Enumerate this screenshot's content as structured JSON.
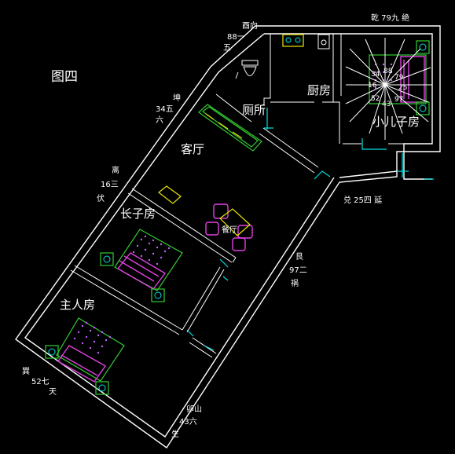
{
  "figure": {
    "title": "图四"
  },
  "rooms": {
    "living": "客厅",
    "toilet": "厕所",
    "kitchen": "厨房",
    "dining": "餐厅",
    "eldest_son": "长子房",
    "master": "主人房",
    "youngest_son": "小儿子房"
  },
  "directions": {
    "top_mid": {
      "line1": "酉向",
      "line2": "88一",
      "line3": "五"
    },
    "top_right": {
      "line1": "乾 79九 绝"
    },
    "kun": {
      "line1": "坤",
      "line2": "34五",
      "line3": "六"
    },
    "li": {
      "line1": "离",
      "line2": "16三",
      "line3": "伏"
    },
    "dui": {
      "line1": "兑 25四 延"
    },
    "gen": {
      "line1": "艮",
      "line2": "97二",
      "line3": "祸"
    },
    "xun": {
      "line1": "巽",
      "line2": "52七",
      "line3": "天"
    },
    "maoshan": {
      "line1": "卯山",
      "line2": "43六",
      "line3": "生"
    }
  },
  "compass": {
    "n1": "34",
    "n2": "88",
    "n3": "79",
    "n4": "16",
    "n5": "25",
    "n6": "52",
    "n7": "43",
    "n8": "97"
  },
  "colors": {
    "wall": "#ffffff",
    "door": "#00e0e0",
    "furniture_green": "#33cc33",
    "furniture_yellow": "#e8e800",
    "furniture_magenta": "#e040e0",
    "background": "#000000"
  }
}
